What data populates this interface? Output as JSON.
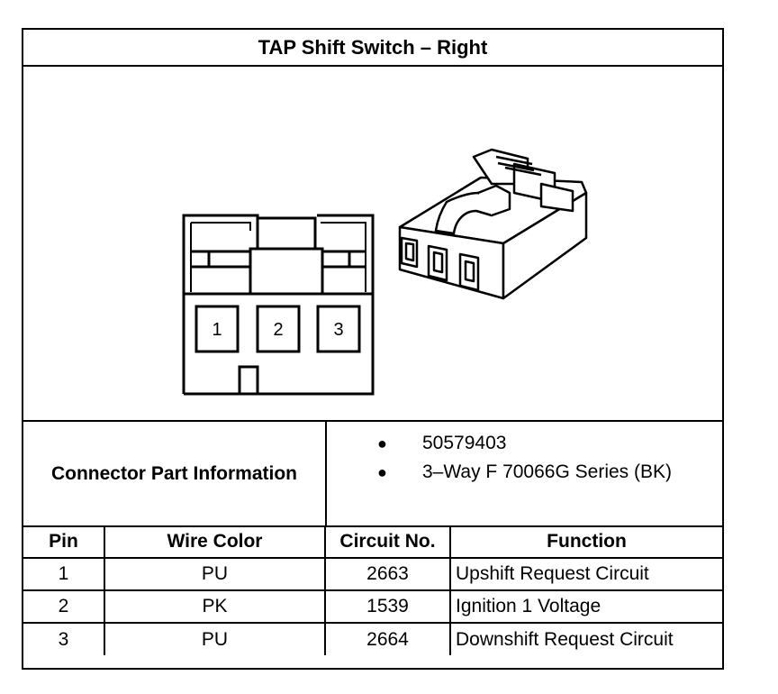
{
  "title": "TAP Shift Switch – Right",
  "connector_face": {
    "pins": [
      "1",
      "2",
      "3"
    ]
  },
  "part_info": {
    "label": "Connector Part Information",
    "items": [
      "50579403",
      "3–Way F 70066G Series (BK)"
    ]
  },
  "pin_table": {
    "headers": {
      "pin": "Pin",
      "wire_color": "Wire Color",
      "circuit": "Circuit No.",
      "function": "Function"
    },
    "rows": [
      {
        "pin": "1",
        "wire_color": "PU",
        "circuit": "2663",
        "function": "Upshift Request Circuit"
      },
      {
        "pin": "2",
        "wire_color": "PK",
        "circuit": "1539",
        "function": "Ignition 1 Voltage"
      },
      {
        "pin": "3",
        "wire_color": "PU",
        "circuit": "2664",
        "function": "Downshift Request Circuit"
      }
    ]
  }
}
